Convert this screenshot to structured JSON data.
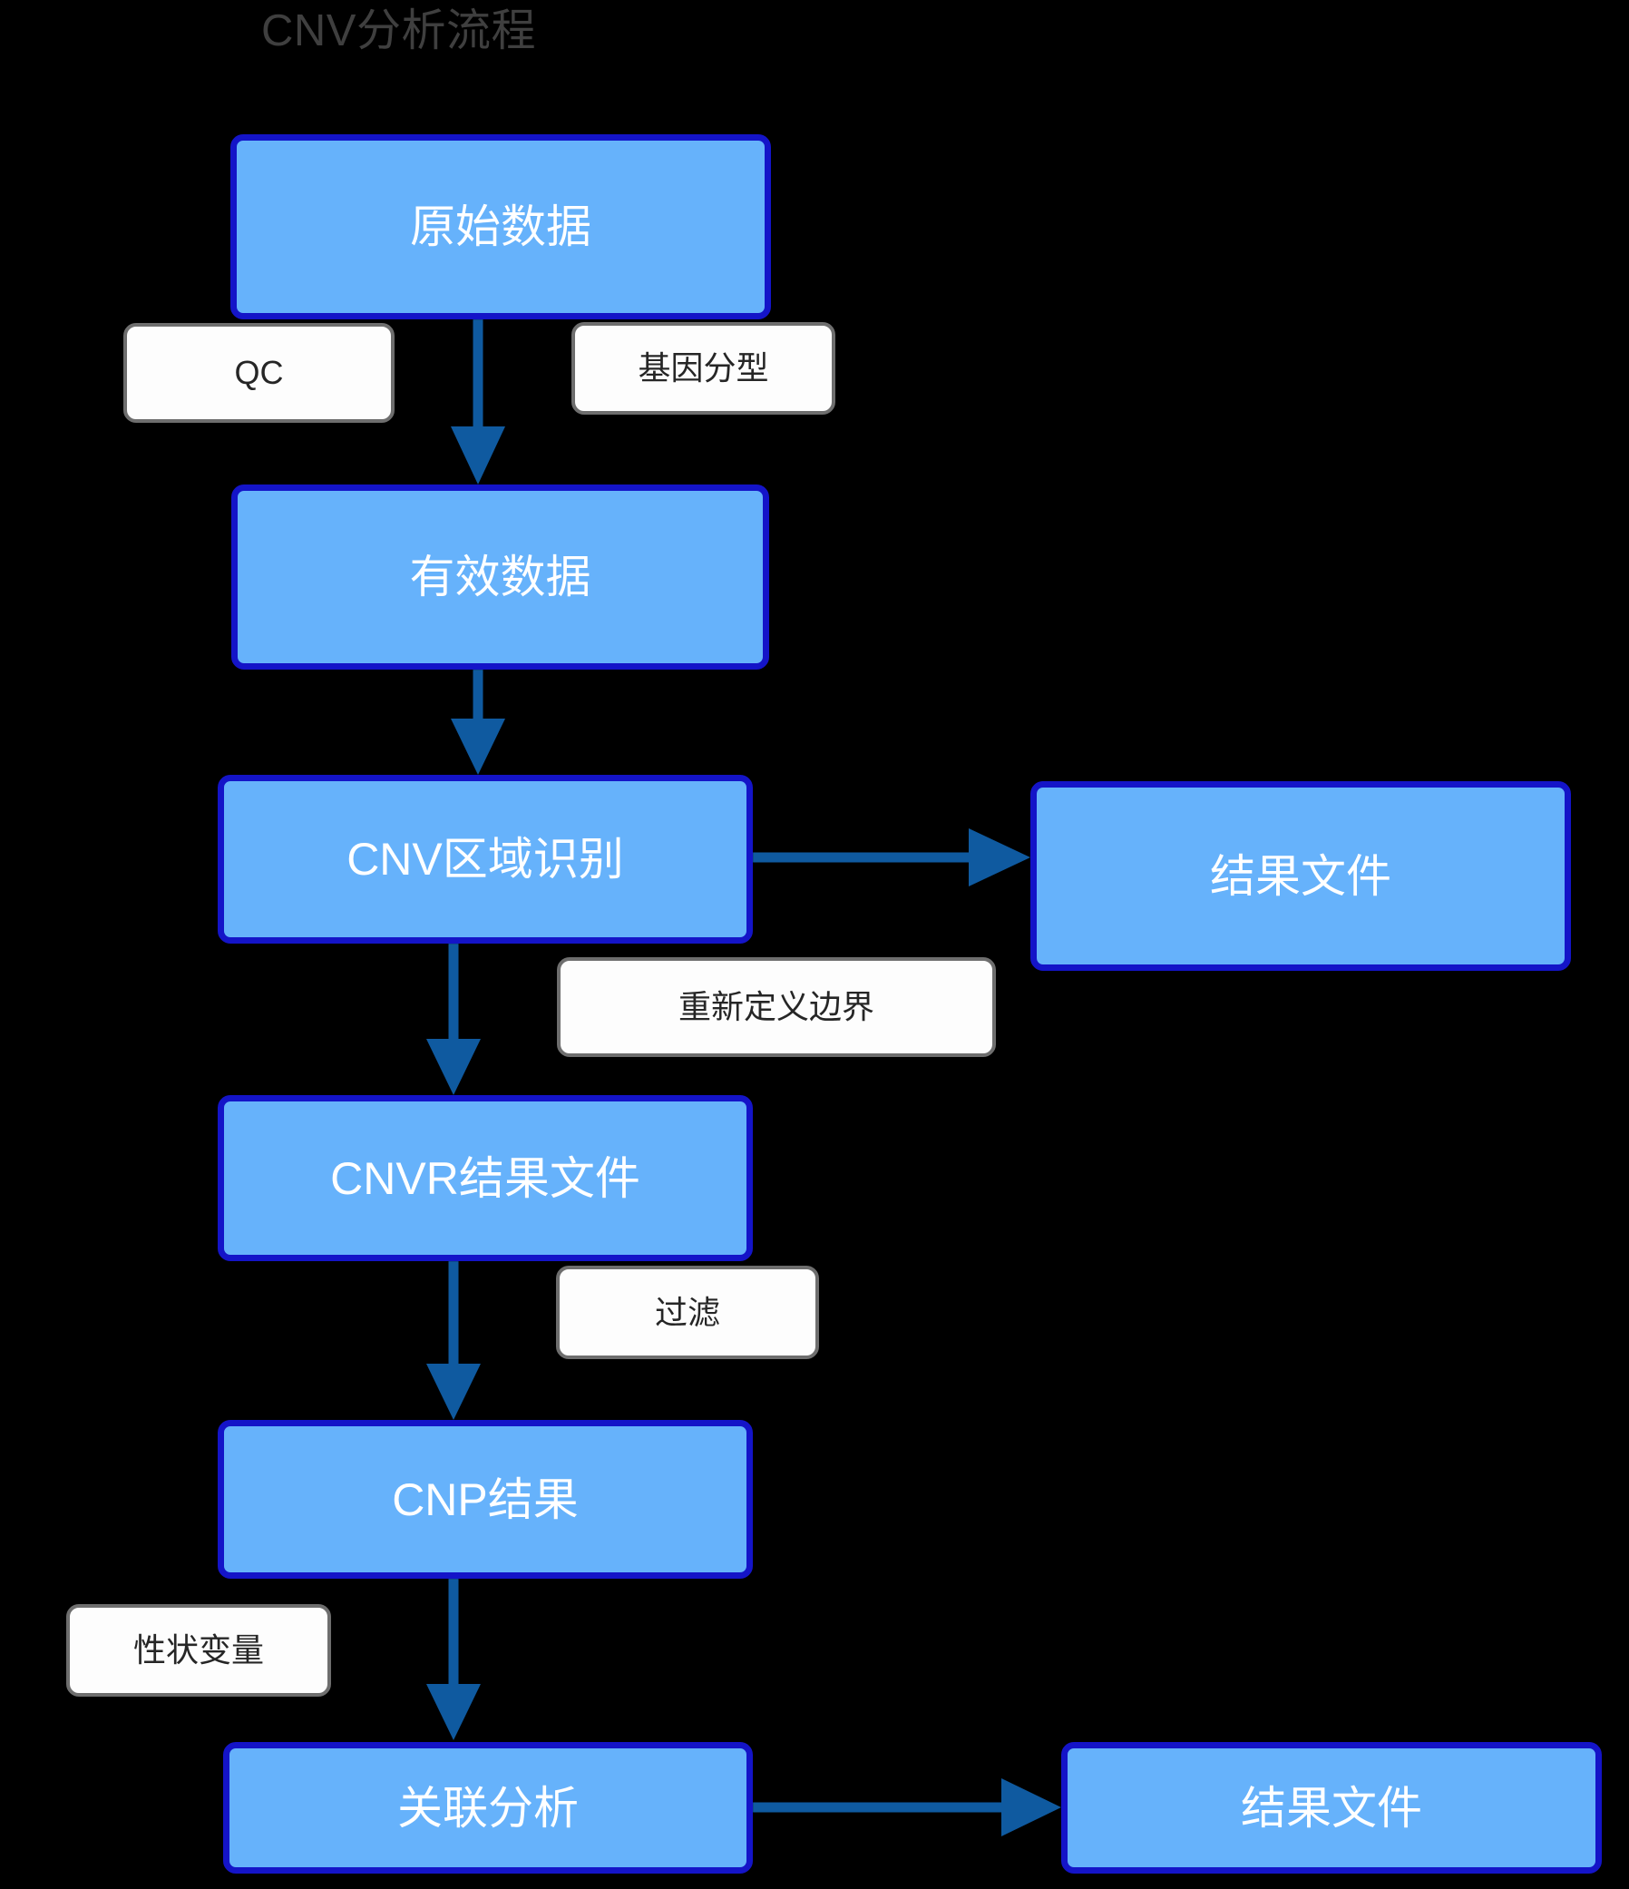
{
  "diagram": {
    "title": "CNV分析流程",
    "background_color": "#000000",
    "node_fill": "#66b2fb",
    "node_border": "#1414c8",
    "node_text_color": "#ffffff",
    "edge_color": "#0f5aa0",
    "label_fill": "#fdfdfd",
    "label_border": "#6e6e6e",
    "label_text_color": "#262626",
    "title_color": "#3f3f3f"
  },
  "nodes": [
    {
      "id": "raw-data",
      "label": "原始数据"
    },
    {
      "id": "valid-data",
      "label": "有效数据"
    },
    {
      "id": "cnv-region",
      "label": "CNV区域识别"
    },
    {
      "id": "result-file-top",
      "label": "结果文件"
    },
    {
      "id": "cnvr-result",
      "label": "CNVR结果文件"
    },
    {
      "id": "cnp-result",
      "label": "CNP结果"
    },
    {
      "id": "assoc-analysis",
      "label": "关联分析"
    },
    {
      "id": "result-file-bot",
      "label": "结果文件"
    }
  ],
  "edge_labels": [
    {
      "id": "qc",
      "label": "QC"
    },
    {
      "id": "genotyping",
      "label": "基因分型"
    },
    {
      "id": "redefine",
      "label": "重新定义边界"
    },
    {
      "id": "filter",
      "label": "过滤"
    },
    {
      "id": "trait-var",
      "label": "性状变量"
    }
  ],
  "edges": [
    {
      "id": "raw-to-valid",
      "from": "raw-data",
      "to": "valid-data",
      "direction": "down"
    },
    {
      "id": "valid-to-cnv",
      "from": "valid-data",
      "to": "cnv-region",
      "direction": "down"
    },
    {
      "id": "cnv-to-result",
      "from": "cnv-region",
      "to": "result-file-top",
      "direction": "right"
    },
    {
      "id": "cnv-to-cnvr",
      "from": "cnv-region",
      "to": "cnvr-result",
      "direction": "down"
    },
    {
      "id": "cnvr-to-cnp",
      "from": "cnvr-result",
      "to": "cnp-result",
      "direction": "down"
    },
    {
      "id": "cnp-to-assoc",
      "from": "cnp-result",
      "to": "assoc-analysis",
      "direction": "down"
    },
    {
      "id": "assoc-to-result",
      "from": "assoc-analysis",
      "to": "result-file-bot",
      "direction": "right"
    }
  ]
}
